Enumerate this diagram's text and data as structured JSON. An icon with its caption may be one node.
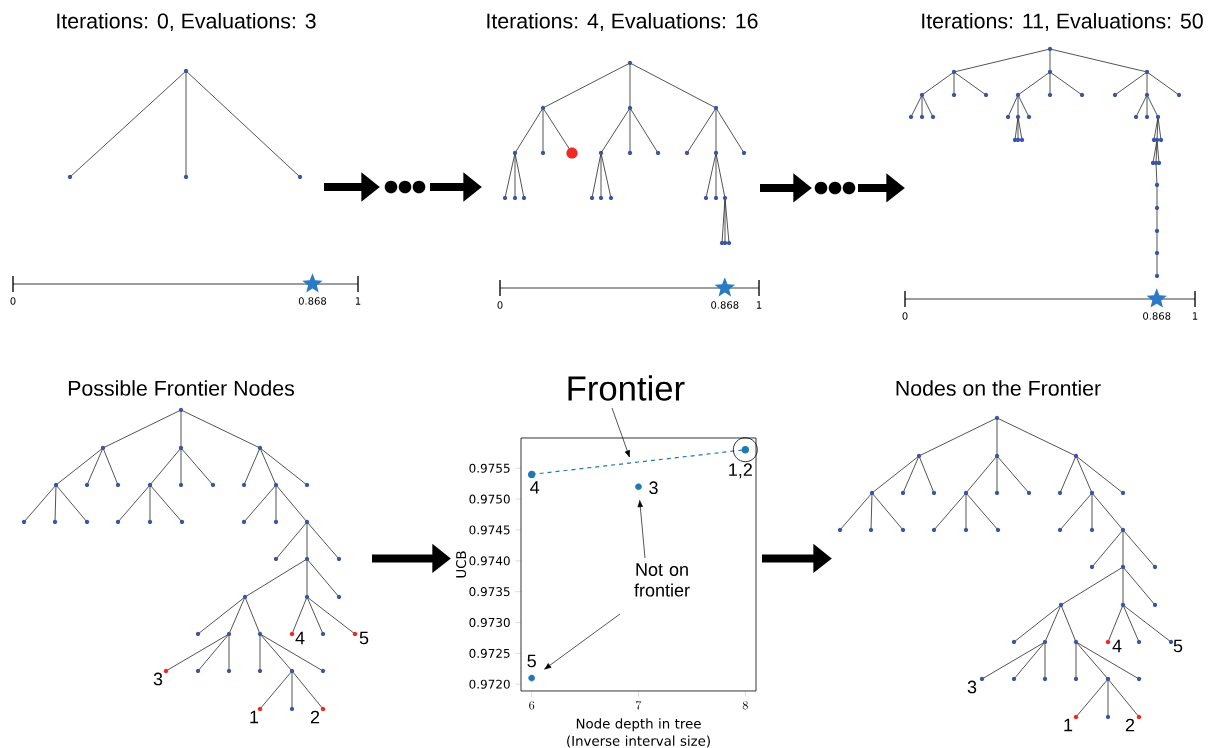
{
  "diagram": {
    "nodes": [
      {
        "text": [
          "Iterations: 0, Evaluations: 3"
        ]
      },
      {
        "text": [],
        "shape": "dots"
      },
      {
        "text": [
          "Iterations: 4, Evaluations: 16"
        ]
      },
      {
        "text": [],
        "shape": "dots"
      },
      {
        "text": [
          "Iterations: 11, Evaluations: 50"
        ]
      },
      {
        "text": [
          "Possible Frontier Nodes"
        ]
      },
      {
        "text": [],
        "shape": "chart"
      },
      {
        "text": [
          "Nodes on the Frontier"
        ]
      }
    ],
    "edges": [
      {
        "from": 0,
        "to": 1,
        "arrow": "to"
      },
      {
        "from": 1,
        "to": 2,
        "arrow": "to"
      },
      {
        "from": 2,
        "to": 3,
        "arrow": "to"
      },
      {
        "from": 3,
        "to": 4,
        "arrow": "to"
      },
      {
        "from": 5,
        "to": 6,
        "arrow": "to"
      },
      {
        "from": 6,
        "to": 7,
        "arrow": "to"
      }
    ],
    "labels": [
      "0",
      "0.868",
      "1",
      "0",
      "0.868",
      "1",
      "0",
      "0.868",
      "1",
      "4",
      "5",
      "3",
      "1",
      "2",
      "4",
      "5",
      "3",
      "1",
      "2"
    ],
    "chart_data": {
      "type": "scatter",
      "xlabel": "Node depth in tree (Inverse interval size)",
      "ylabel": "UCB",
      "series": [
        {
          "color": "#1f77b4",
          "x": [
            6,
            8
          ],
          "values": [
            0.9754,
            0.9758
          ]
        },
        {
          "color": "#1f77b4",
          "x": [
            6,
            7
          ],
          "values": [
            0.9721,
            0.9752
          ]
        }
      ],
      "xlim": [
        5.9,
        8.1
      ],
      "ylim": [
        0.97189,
        0.97599
      ],
      "xticks": [
        6,
        7,
        8
      ],
      "yticks": [
        {
          "value": 0.972,
          "label": "0.9720"
        },
        {
          "value": 0.9725,
          "label": "0.9725"
        },
        {
          "value": 0.973,
          "label": "0.9730"
        },
        {
          "value": 0.9735,
          "label": "0.9735"
        },
        {
          "value": 0.974,
          "label": "0.9740"
        },
        {
          "value": 0.9745,
          "label": "0.9745"
        },
        {
          "value": 0.975,
          "label": "0.9750"
        },
        {
          "value": 0.9755,
          "label": "0.9755"
        }
      ],
      "annotations": [
        "Frontier",
        {
          "text": "4",
          "x": 6,
          "y": 0.9754
        },
        {
          "text": "1,2",
          "x": 8,
          "y": 0.9758
        },
        {
          "text": "3",
          "x": 7,
          "y": 0.9752
        },
        "Not on frontier",
        {
          "text": "5",
          "x": 6,
          "y": 0.9721
        }
      ]
    }
  }
}
